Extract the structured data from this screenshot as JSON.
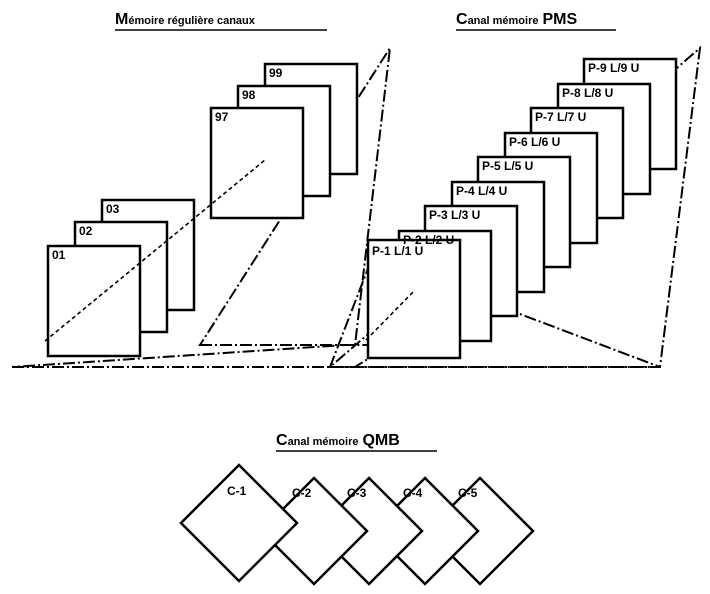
{
  "regular": {
    "title_first": "M",
    "title_rest": "émoire régulière canaux",
    "channels": [
      "01",
      "02",
      "03",
      "97",
      "98",
      "99"
    ]
  },
  "pms": {
    "title_first": "C",
    "title_rest": "anal mémoire",
    "title_tail": "PMS",
    "channels": [
      "P-1 L/1 U",
      "P-2 L/2 U",
      "P-3 L/3 U",
      "P-4 L/4 U",
      "P-5 L/5 U",
      "P-6 L/6 U",
      "P-7 L/7 U",
      "P-8 L/8 U",
      "P-9 L/9 U"
    ]
  },
  "qmb": {
    "title_first": "C",
    "title_rest": "anal mémoire",
    "title_tail": "QMB",
    "channels": [
      "C-1",
      "C-2",
      "C-3",
      "C-4",
      "C-5"
    ]
  }
}
